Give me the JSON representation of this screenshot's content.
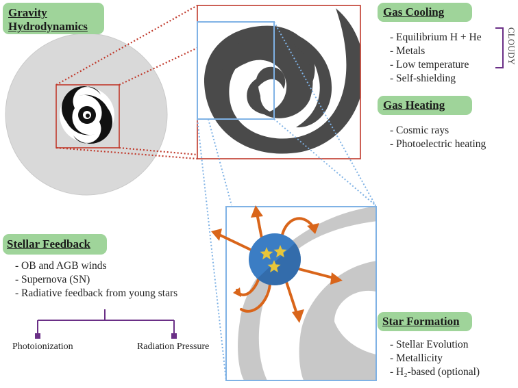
{
  "gravity": {
    "label_line1": "Gravity",
    "label_line2": "Hydrodynamics"
  },
  "gas_cooling": {
    "title": "Gas Cooling",
    "items": [
      "- Equilibrium H + He",
      "- Metals",
      "- Low temperature",
      "- Self-shielding"
    ],
    "bracket_label": "CLOUDY"
  },
  "gas_heating": {
    "title": "Gas Heating",
    "items": [
      "- Cosmic rays",
      "- Photoelectric heating"
    ]
  },
  "stellar_feedback": {
    "title": "Stellar Feedback",
    "items": [
      "- OB and AGB winds",
      "- Supernova (SN)",
      "- Radiative feedback from young stars"
    ],
    "branch_left": "Photoionization",
    "branch_right": "Radiation Pressure"
  },
  "star_formation": {
    "title": "Star Formation",
    "items": [
      "- Stellar Evolution",
      "- Metallicity",
      "- H₂-based (optional)"
    ]
  },
  "colors": {
    "label_bg": "#9fd49a",
    "red_frame": "#c0392b",
    "blue_frame": "#7fb2e5",
    "galaxy_dark": "#4a4a4a",
    "gas_gray": "#c8c8c8",
    "sphere_blue": "#3b7dc4",
    "arrow_orange": "#d9651a",
    "star_gold": "#e8c63a",
    "bracket_purple": "#6a2f86"
  }
}
